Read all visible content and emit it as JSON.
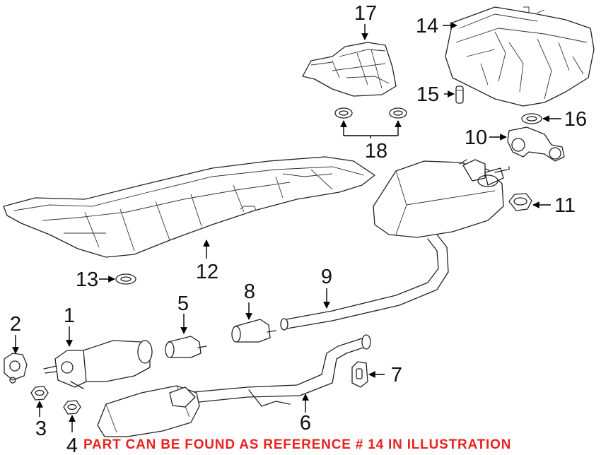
{
  "callouts": {
    "c1": "1",
    "c2": "2",
    "c3": "3",
    "c4": "4",
    "c5": "5",
    "c6": "6",
    "c7": "7",
    "c8": "8",
    "c9": "9",
    "c10": "10",
    "c11": "11",
    "c12": "12",
    "c13": "13",
    "c14": "14",
    "c15": "15",
    "c16": "16",
    "c17": "17",
    "c18": "18"
  },
  "footer_note": "PART CAN BE FOUND AS REFERENCE # 14 IN ILLUSTRATION",
  "colors": {
    "note": "#e8231f",
    "line": "#222222",
    "background": "#ffffff"
  }
}
